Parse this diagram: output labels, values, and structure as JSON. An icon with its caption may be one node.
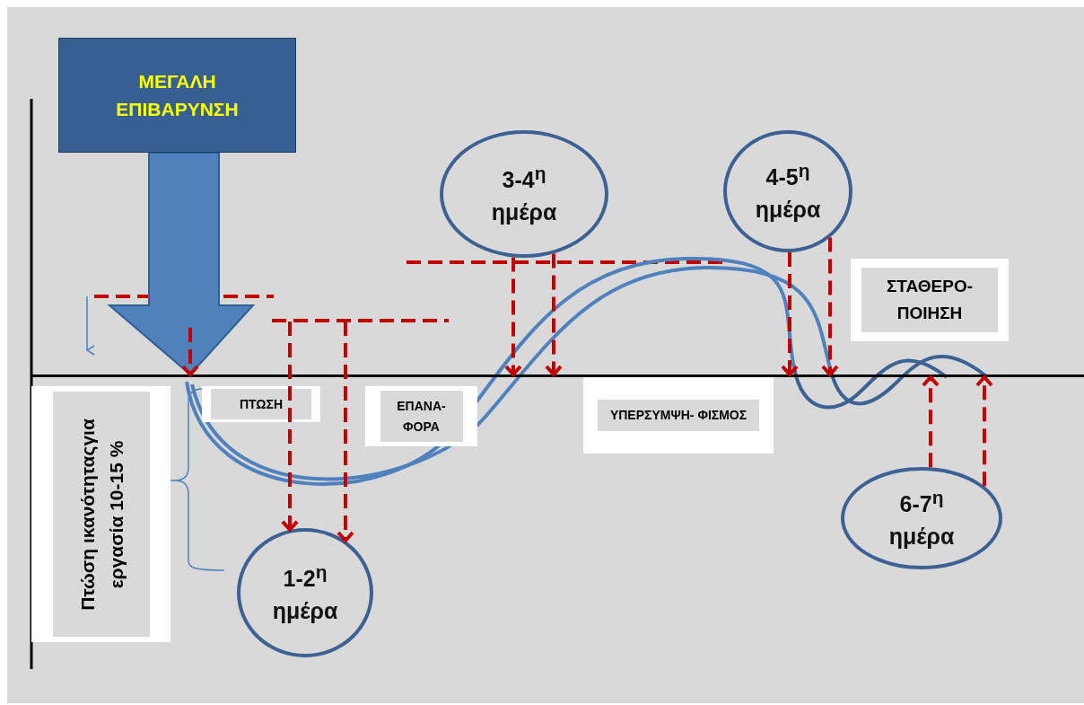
{
  "diagram": {
    "nodes": [
      {
        "text": [
          "ΜΕΓΑΛΗ ΕΠΙΒΑΡΥΝΣΗ"
        ]
      },
      {
        "text": [
          "3-4$^{η}$ ημέρα"
        ]
      },
      {
        "text": [
          "4-5$^{η}$ ημέρα"
        ]
      },
      {
        "text": [
          "ΣΤΑΘΕΡΟ- ΠΟΙΗΣΗ"
        ]
      },
      {
        "text": [
          "ΠΤΩΣΗ"
        ]
      },
      {
        "text": [
          "ΕΠΑΝΑ- ΦΟΡΑ"
        ]
      },
      {
        "text": [
          "ΥΠΕΡΣΥΜΨΗ- ΦΙΣΜΟΣ"
        ]
      },
      {
        "text": [
          "Πτώση ικανότηταςγια εργασία 10-15 %"
        ]
      },
      {
        "text": [
          "1-2$^{η}$ ημέρα"
        ]
      },
      {
        "text": [
          "6-7$^{η}$ ημέρα"
        ]
      },
      {
        "text": [],
        "shape": "bar"
      }
    ],
    "edges": [
      {
        "from": 0,
        "to": 10,
        "arrow": "to",
        "style": "thick",
        "color": "#4f81bd"
      },
      {
        "from": 1,
        "to": 10,
        "arrow": "to",
        "style": "dashed"
      },
      {
        "from": 1,
        "to": 10,
        "arrow": "to",
        "style": "dashed"
      },
      {
        "from": 2,
        "to": 10,
        "arrow": "to",
        "style": "dashed"
      },
      {
        "from": 2,
        "to": 10,
        "arrow": "to",
        "style": "dashed"
      },
      {
        "from": null,
        "to": 8,
        "arrow": "to",
        "style": "dashed"
      },
      {
        "from": null,
        "to": 8,
        "arrow": "to",
        "style": "dashed"
      },
      {
        "from": 9,
        "to": 10,
        "arrow": "to",
        "style": "dashed"
      },
      {
        "from": 9,
        "to": 10,
        "arrow": "to",
        "style": "dashed"
      },
      {
        "from": null,
        "to": 10,
        "arrow": "to",
        "style": "dashed"
      }
    ]
  }
}
